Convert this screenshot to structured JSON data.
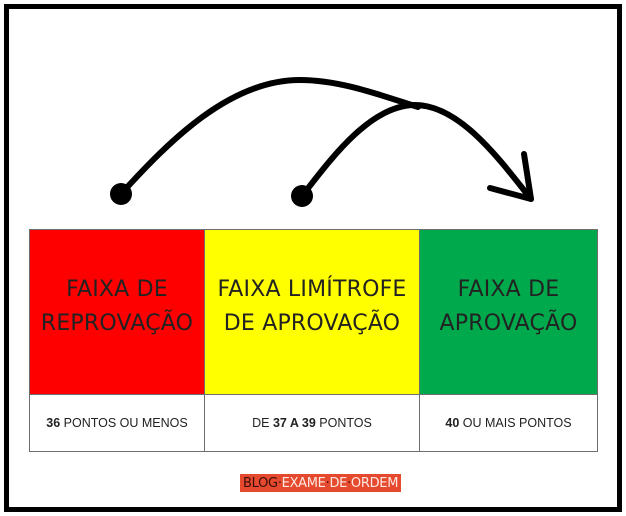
{
  "diagram": {
    "arrows": {
      "start_points": [
        "faixa-de-reprovacao",
        "faixa-limitrofe-de-aprovacao"
      ],
      "end_point": "faixa-de-aprovacao"
    },
    "bands": [
      {
        "title": "FAIXA DE\nREPROVAÇÃO",
        "color": "#ff0000",
        "range_prefix": "",
        "range_bold": "36",
        "range_middle": " PONTOS OU MENOS",
        "range_bold2": "",
        "range_suffix": ""
      },
      {
        "title": "FAIXA LIMÍTROFE\nDE APROVAÇÃO",
        "color": "#ffff00",
        "range_prefix": "DE ",
        "range_bold": "37 A 39",
        "range_middle": " PONTOS",
        "range_bold2": "",
        "range_suffix": ""
      },
      {
        "title": "FAIXA DE\nAPROVAÇÃO",
        "color": "#00aa4c",
        "range_prefix": "",
        "range_bold": "40",
        "range_middle": " OU MAIS PONTOS",
        "range_bold2": "",
        "range_suffix": ""
      }
    ],
    "watermark": {
      "part1": "BLOG",
      "sep1": "·",
      "part2": "EXAME",
      "sep2": "·",
      "part3": "DE",
      "sep3": "·",
      "part4": "ORDEM",
      "background": "#e64a2e"
    }
  }
}
